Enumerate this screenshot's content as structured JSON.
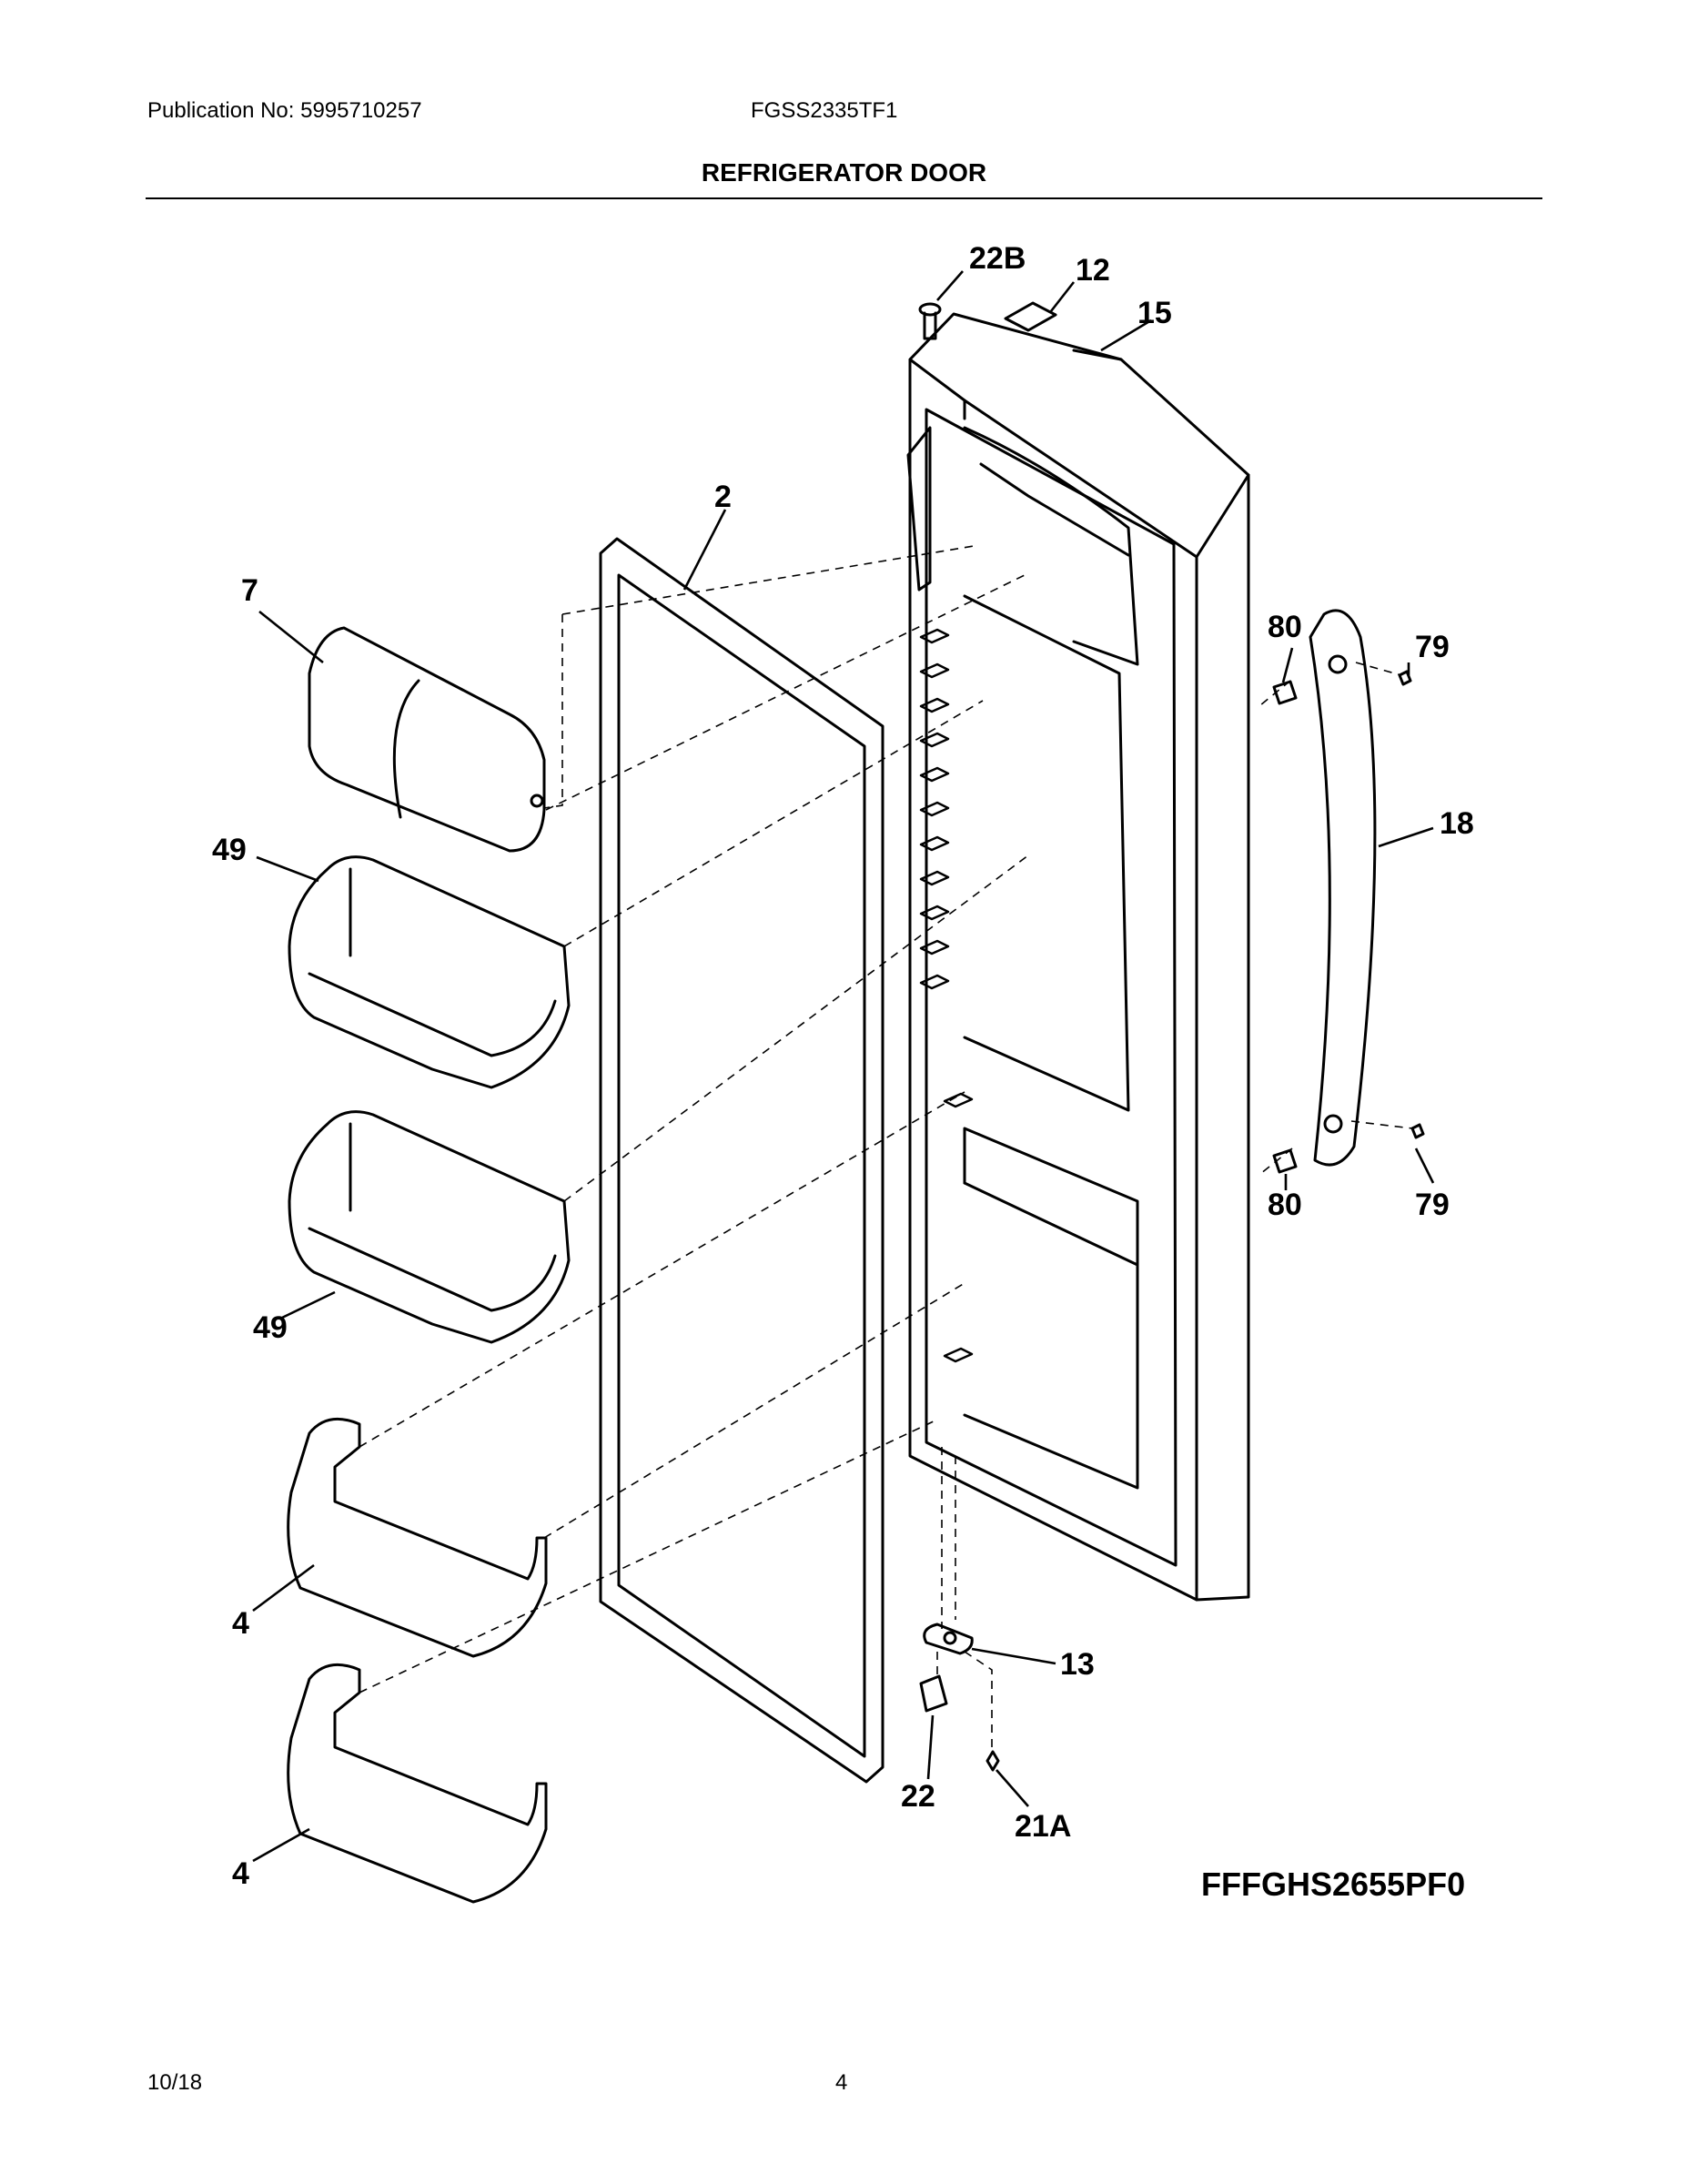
{
  "header": {
    "publication": "Publication No: 5995710257",
    "model": "FGSS2335TF1",
    "section": "REFRIGERATOR DOOR"
  },
  "callouts": {
    "c22b": "22B",
    "c12": "12",
    "c15": "15",
    "c2": "2",
    "c7": "7",
    "c80a": "80",
    "c79a": "79",
    "c18": "18",
    "c49a": "49",
    "c49b": "49",
    "c80b": "80",
    "c79b": "79",
    "c4a": "4",
    "c13": "13",
    "c22": "22",
    "c21a": "21A",
    "c4b": "4"
  },
  "diagram_code": "FFFGHS2655PF0",
  "footer": {
    "date": "10/18",
    "page": "4"
  }
}
